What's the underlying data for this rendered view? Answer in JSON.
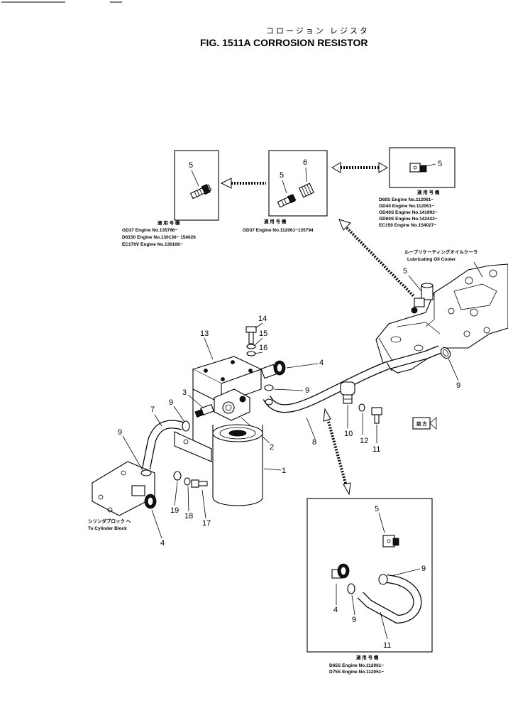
{
  "header": {
    "japanese_title": "コロージョン レジスタ",
    "title": "FIG. 1511A   CORROSION  RESISTOR"
  },
  "inset_left": {
    "part_numbers": [
      "5"
    ],
    "applic_header": "適 用 号 機",
    "lines": [
      "GD37  Engine  No.135796~",
      "D6150  Engine  No.130136~  154026",
      "EC170V  Engine  No.130106~"
    ]
  },
  "inset_center": {
    "part_numbers": [
      "5",
      "6"
    ],
    "applic_header": "適 用 号 機",
    "lines": [
      "GD37  Engine  No.112061~135794"
    ]
  },
  "inset_right": {
    "part_numbers": [
      "5"
    ],
    "applic_header": "適 用 号 機",
    "lines": [
      "D60S   Engine  No.112061~",
      "GD40   Engine  No.112061~",
      "GD40S  Engine  No.141993~",
      "GD60S  Engine  No.142423~",
      "EC150  Engine  No.154027~"
    ]
  },
  "inset_bottom": {
    "part_numbers": [
      "5",
      "9",
      "4",
      "9",
      "11"
    ],
    "applic_header": "適 用 号 機",
    "lines": [
      "D65S  Engine  No.112061~",
      "D75S  Engine  No.112051~"
    ]
  },
  "labels": {
    "oil_cooler_jp": "ループリケーティングオイルクーラ",
    "oil_cooler_en": "Lubricating  Oil  Cooler",
    "cyl_block_jp": "シリンダブロック へ",
    "cyl_block_en": "To  Cylinder  Block",
    "front_tag": "前 方"
  },
  "callouts": [
    "14",
    "15",
    "16",
    "13",
    "4",
    "3",
    "9",
    "9",
    "7",
    "9",
    "2",
    "1",
    "8",
    "10",
    "12",
    "11",
    "19",
    "18",
    "17",
    "4",
    "5",
    "9"
  ]
}
